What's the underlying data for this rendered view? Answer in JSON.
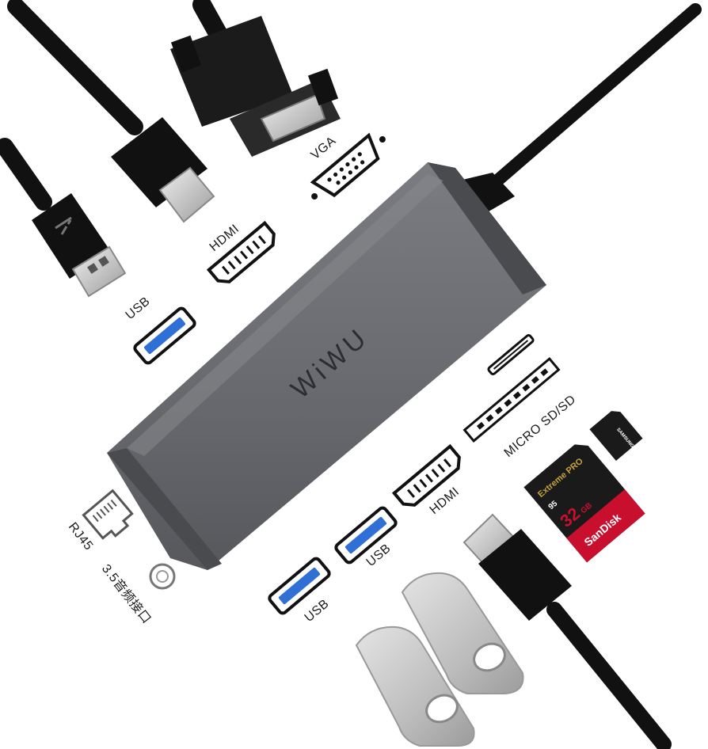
{
  "hub": {
    "brand": "WiWU"
  },
  "labels": {
    "vga": "VGA",
    "hdmi_top": "HDMI",
    "usb_top": "USB",
    "micro_sd": "MICRO SD/SD",
    "hdmi_bottom": "HDMI",
    "usb_bottom_right": "USB",
    "usb_bottom_left": "USB",
    "rj45": "RJ45",
    "audio": "3.5音频接口"
  },
  "sd_card": {
    "line1": "Extreme PRO",
    "capacity": "32",
    "unit": "GB",
    "speed": "95",
    "brand": "SanDisk"
  },
  "micro_sd_card": {
    "brand": "SAMSUNG"
  },
  "colors": {
    "cable": "#111111",
    "hub_body": "#6c6e73",
    "hub_edge": "#3c3d41",
    "connector_silver": "#c9c9c9",
    "usb_blue": "#2f6fd6",
    "sd_red": "#c8102e",
    "sd_black": "#1a1a1a",
    "sd_gold": "#c8a23a"
  }
}
